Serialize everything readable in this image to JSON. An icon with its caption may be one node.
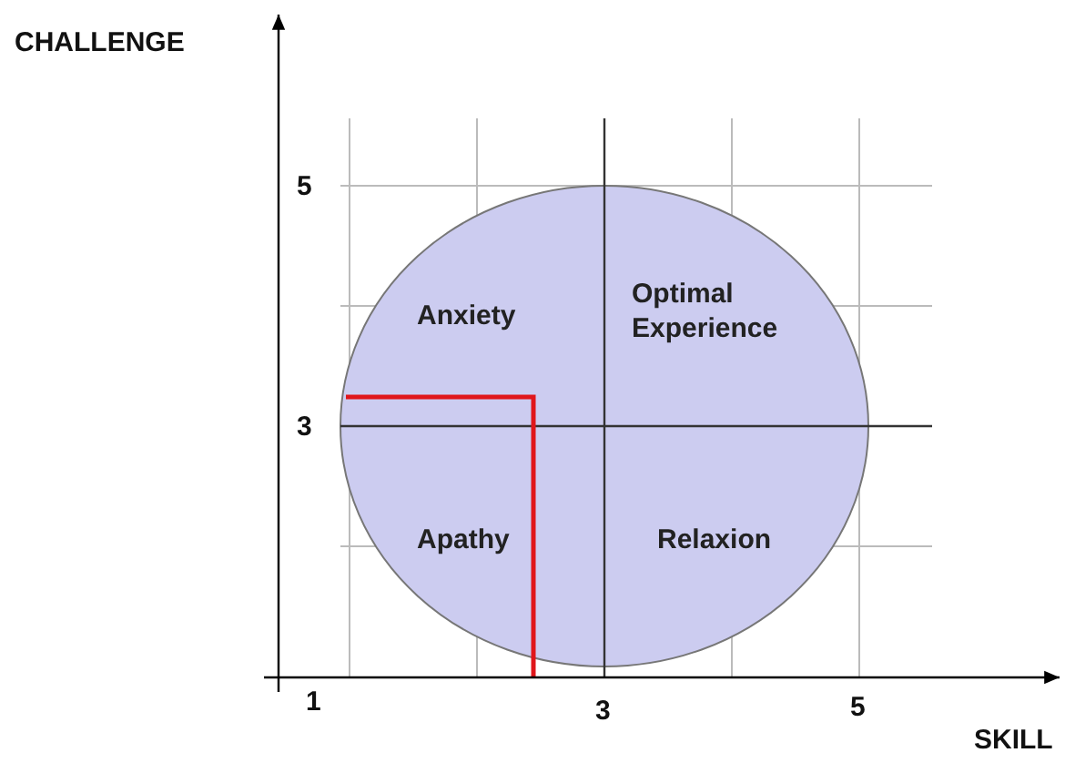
{
  "diagram": {
    "nodes": [
      {
        "text": [
          "Anxiety",
          "Optimal Experience",
          "Apathy",
          "Relaxion"
        ]
      }
    ],
    "labels": [
      "CHALLENGE",
      "5",
      "3",
      "1",
      "3",
      "5",
      "SKILL"
    ]
  }
}
